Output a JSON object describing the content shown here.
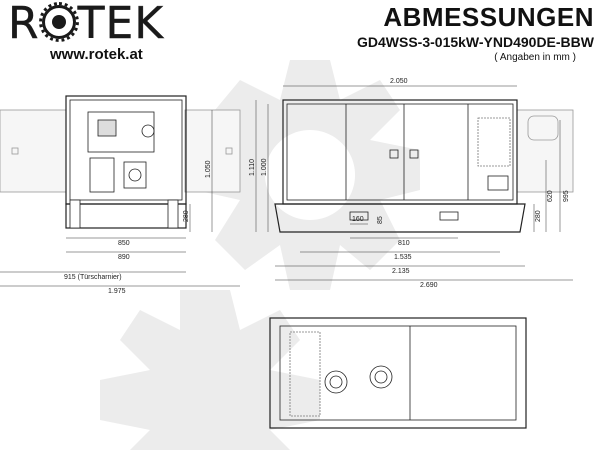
{
  "header": {
    "logo_text_left": "R",
    "logo_text_right": "TEK",
    "url": "www.rotek.at",
    "title": "ABMESSUNGEN",
    "model": "GD4WSS-3-015kW-YND490DE-BBW",
    "units_note": "( Angaben in mm )"
  },
  "dims": {
    "front_850": "850",
    "front_890": "890",
    "front_915": "915 (Türscharnier)",
    "front_1975": "1.975",
    "front_1050": "1.050",
    "front_280": "280",
    "side_2050": "2.050",
    "side_1110": "1.110",
    "side_1000": "1.000",
    "side_160": "160",
    "side_85": "85",
    "side_810": "810",
    "side_1535": "1.535",
    "side_2135": "2.135",
    "side_2690": "2.690",
    "side_280": "280",
    "side_620": "620",
    "side_995": "995"
  },
  "colors": {
    "line": "#222222",
    "watermark": "#eeeeee",
    "door": "#f4f4f4"
  }
}
